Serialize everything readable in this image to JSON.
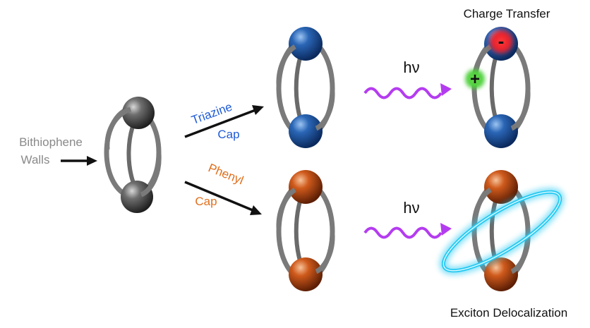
{
  "labels": {
    "walls_line1": "Bithiophene",
    "walls_line2": "Walls",
    "triazine_line1": "Triazine",
    "triazine_line2": "Cap",
    "phenyl_line1": "Phenyl",
    "phenyl_line2": "Cap",
    "hv_top": "hν",
    "hv_bottom": "hν",
    "charge_transfer": "Charge Transfer",
    "exciton_delocalization": "Exciton Delocalization",
    "minus_sign": "-",
    "plus_sign": "+"
  },
  "colors": {
    "walls_text": "#8a8a8a",
    "triazine_text": "#1f5bd6",
    "phenyl_text": "#e0701e",
    "dark_text": "#111111",
    "gray_cap": "#555555",
    "blue_cap": "#1e5aa8",
    "orange_cap": "#c8531a",
    "wall_gray": "#7a7a7a",
    "wave_purple": "#b43cf0",
    "negative_red": "#e8202a",
    "positive_green": "#4ccf3a",
    "exciton_cyan": "#25c9f2"
  },
  "icons": {
    "arrow": "right-arrow-icon",
    "photon": "wavy-photon-arrow-icon"
  }
}
